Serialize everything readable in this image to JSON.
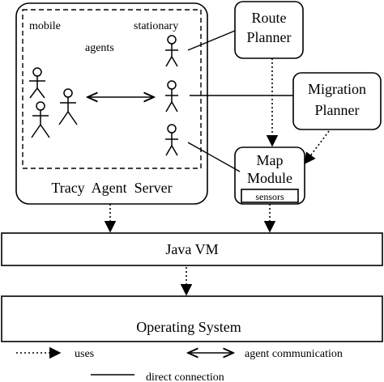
{
  "labels": {
    "mobile": "mobile",
    "agents": "agents",
    "stationary": "stationary",
    "tracy_server": "Tracy  Agent  Server",
    "route_planner_line1": "Route",
    "route_planner_line2": "Planner",
    "migration_planner_line1": "Migration",
    "migration_planner_line2": "Planner",
    "map_module_line1": "Map",
    "map_module_line2": "Module",
    "sensors": "sensors",
    "java_vm": "Java VM",
    "operating_system": "Operating System"
  },
  "legend": {
    "uses": "uses",
    "agent_communication": "agent communication",
    "direct_connection": "direct connection"
  }
}
